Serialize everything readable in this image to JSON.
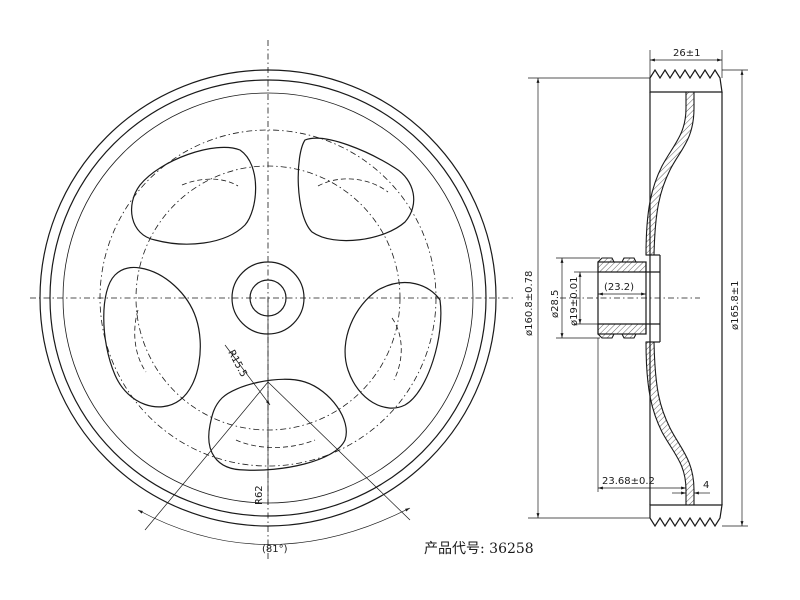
{
  "dimensions": {
    "width": "26±1",
    "inner_dia": "ø160.8±0.78",
    "outer_dia": "ø165.8±1",
    "hub_dia": "ø28.5",
    "bore_dia": "ø19±0.01",
    "hub_len": "(23.2)",
    "offset": "23.68±0.2",
    "web": "4",
    "r_small": "R15.5",
    "r_large": "R62",
    "angle": "(81°)"
  },
  "product_code": {
    "label": "产品代号:",
    "value": "36258"
  }
}
